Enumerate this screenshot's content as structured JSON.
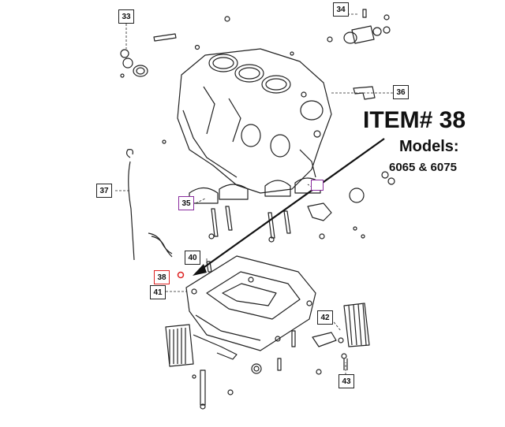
{
  "heading": {
    "item": "ITEM# 38",
    "models_label": "Models:",
    "models_value": "6065 & 6075"
  },
  "callouts": [
    "33",
    "34",
    "36",
    "37",
    "35",
    "38",
    "40",
    "41",
    "42",
    "43"
  ],
  "colors": {
    "highlight": "#dd2222",
    "purple": "#8a2c9e",
    "line": "#222222"
  }
}
